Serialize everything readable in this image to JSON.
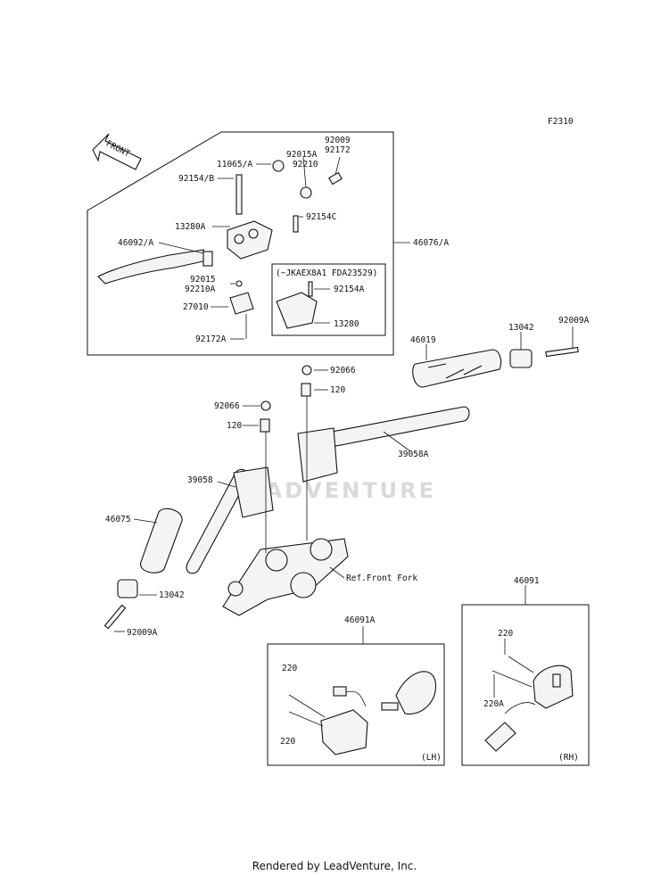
{
  "figure_code": "F2310",
  "watermark": "LEADVENTURE",
  "front_arrow_label": "FRONT",
  "footer": "Rendered by LeadVenture, Inc.",
  "labels": {
    "l92009": "92009",
    "l92172": "92172",
    "l92015A": "92015A",
    "l92210": "92210",
    "l11065A": "11065/A",
    "l92154B": "92154/B",
    "l13280A": "13280A",
    "l92154C": "92154C",
    "l46092A": "46092/A",
    "l46076A": "46076/A",
    "l92015": "92015",
    "l92210A": "92210A",
    "l27010": "27010",
    "l92172A": "92172A",
    "inset_title": "(~JKAEX8A1 FDA23529)",
    "l92154A": "92154A",
    "l13280": "13280",
    "l46019": "46019",
    "l13042_top": "13042",
    "l92009A_top": "92009A",
    "l92066_a": "92066",
    "l120_a": "120",
    "l92066_b": "92066",
    "l120_b": "120",
    "l39058A": "39058A",
    "l39058": "39058",
    "l46075": "46075",
    "l13042_bot": "13042",
    "l92009A_bot": "92009A",
    "ref_front_fork": "Ref.Front Fork",
    "l46091": "46091",
    "l46091A": "46091A",
    "l220_lh1": "220",
    "l220_lh2": "220",
    "lh": "(LH)",
    "l220_rh": "220",
    "l220A": "220A",
    "rh": "(RH)"
  }
}
